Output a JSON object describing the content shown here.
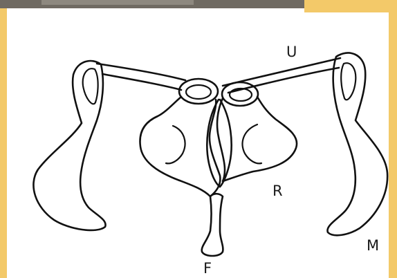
{
  "colors": {
    "background": "#ffffff",
    "border_gold": "#f3c969",
    "top_strip_dark": "#6f6a62",
    "line": "#111111",
    "label": "#1a1a1a"
  },
  "labels": {
    "u": "U",
    "r": "R",
    "f": "F",
    "m": "M"
  }
}
